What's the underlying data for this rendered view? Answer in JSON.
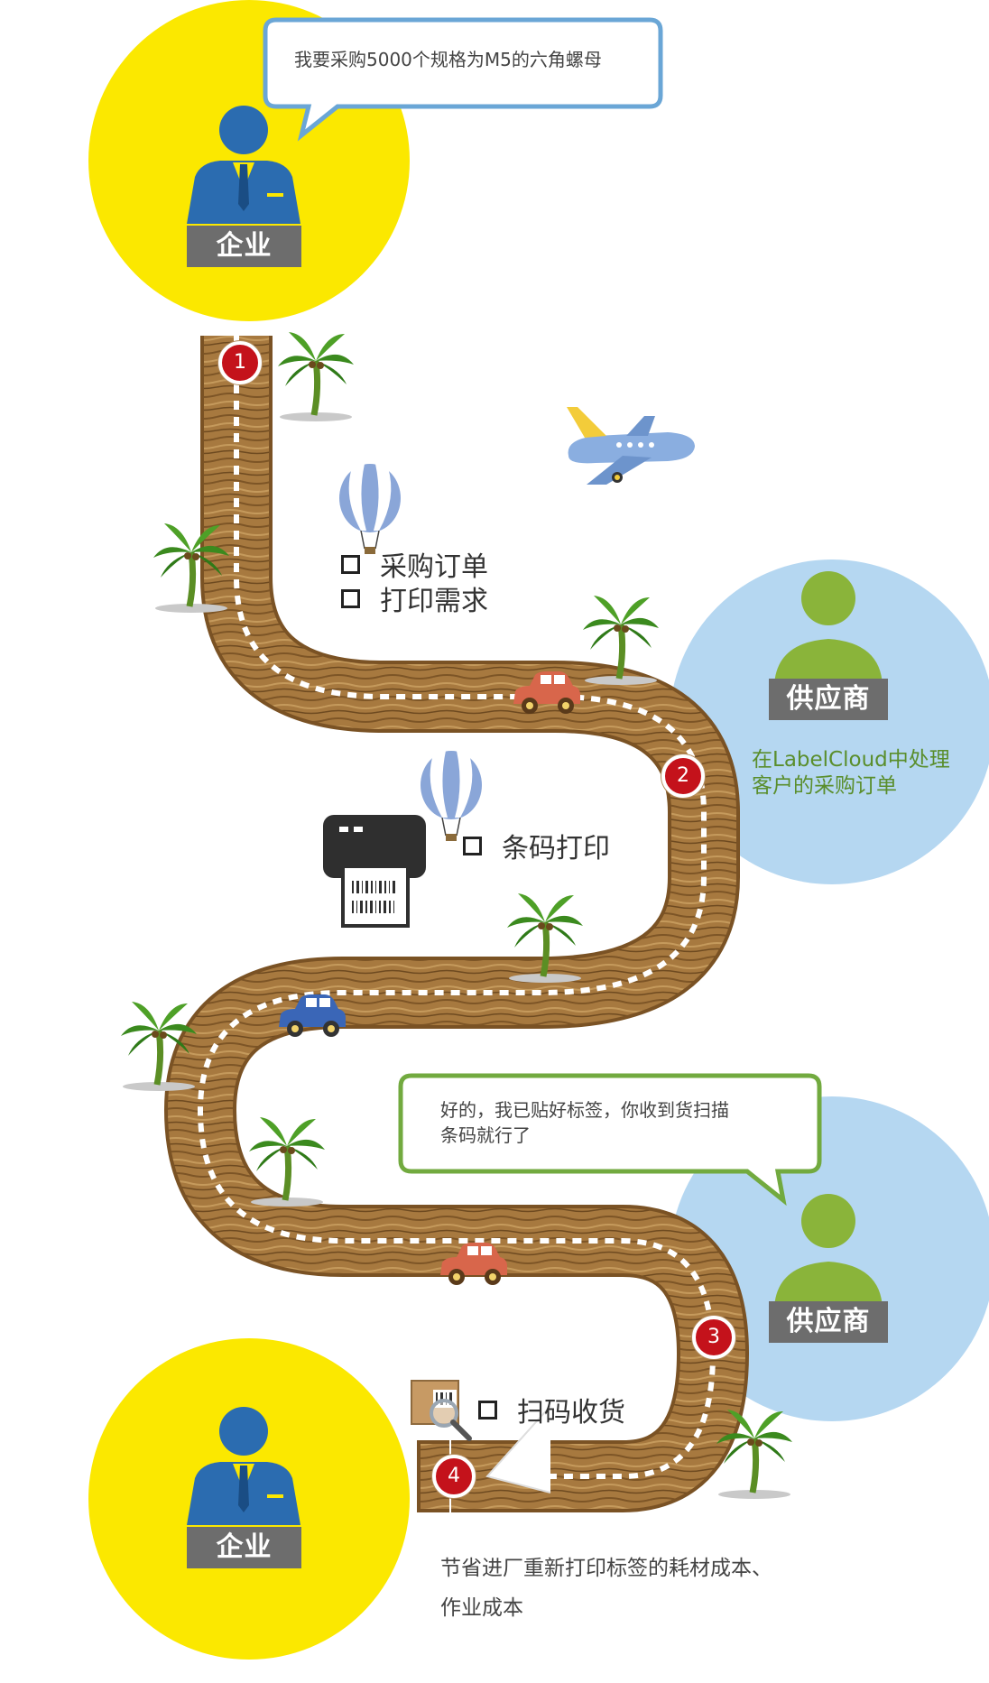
{
  "enterprise_top": {
    "label": "企业"
  },
  "enterprise_bottom": {
    "label": "企业"
  },
  "supplier_top": {
    "label": "供应商",
    "note_line1": "在LabelCloud中处理",
    "note_line2": "客户的采购订单"
  },
  "supplier_bottom": {
    "label": "供应商"
  },
  "bubble_request": {
    "text": "我要采购5000个规格为M5的六角螺母"
  },
  "bubble_reply": {
    "line1": "好的，我已贴好标签，你收到货扫描",
    "line2": "条码就行了"
  },
  "steps": [
    {
      "number": "1"
    },
    {
      "number": "2"
    },
    {
      "number": "3"
    },
    {
      "number": "4"
    }
  ],
  "checklist_1": {
    "items": [
      "采购订单",
      "打印需求"
    ]
  },
  "checklist_2": {
    "items": [
      "条码打印"
    ]
  },
  "checklist_3": {
    "items": [
      "扫码收货"
    ]
  },
  "footer_note": {
    "line1": "节省进厂重新打印标签的耗材成本、",
    "line2": "作业成本"
  },
  "colors": {
    "enterprise_circle": "#fbe800",
    "supplier_circle": "#b5d7f1",
    "person_blue": "#2b6cb0",
    "person_green": "#8ab43a",
    "road_brown": "#a0733f",
    "step_red": "#c4121b",
    "bubble_blue_border": "#6aa6d6",
    "bubble_green_border": "#72aa3f"
  },
  "icons": [
    "person-icon",
    "palm-tree-icon",
    "hot-air-balloon-icon",
    "airplane-icon",
    "car-icon",
    "printer-icon",
    "barcode-scan-icon",
    "arrow-left-icon"
  ]
}
